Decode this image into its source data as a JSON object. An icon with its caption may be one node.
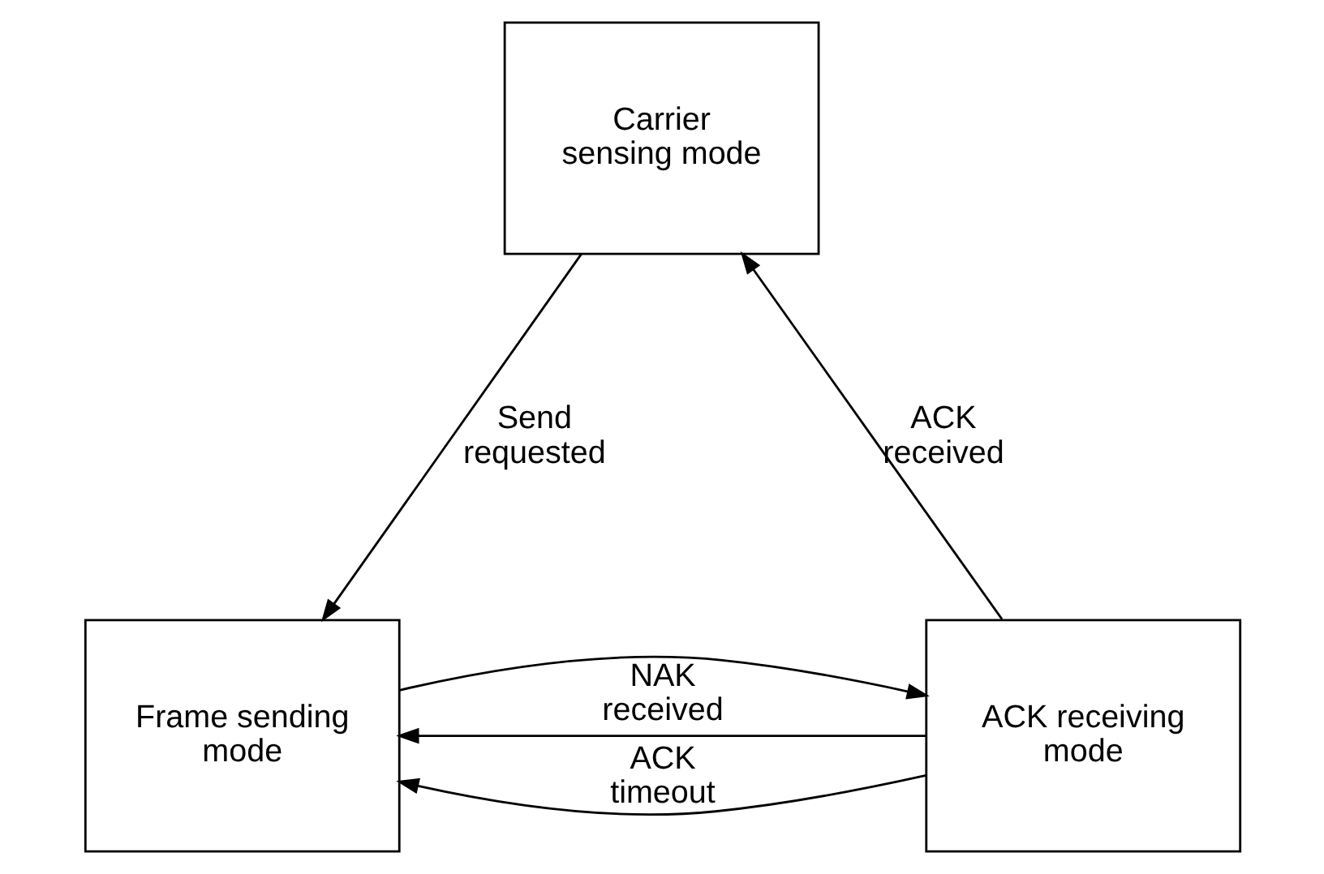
{
  "diagram": {
    "nodes": [
      {
        "text": [
          "Carrier sensing mode"
        ]
      },
      {
        "text": [
          "Frame sending mode"
        ]
      },
      {
        "text": [
          "ACK receiving mode"
        ]
      }
    ],
    "edges": [
      {
        "from": 0,
        "to": 1,
        "arrow": "to",
        "label": "Send requested"
      },
      {
        "from": 1,
        "to": 2,
        "arrow": "to"
      },
      {
        "from": 2,
        "to": 1,
        "arrow": "to",
        "label": "NAK received"
      },
      {
        "from": 2,
        "to": 1,
        "arrow": "to",
        "label": "ACK timeout"
      },
      {
        "from": 2,
        "to": 0,
        "arrow": "to",
        "label": "ACK received"
      }
    ]
  }
}
